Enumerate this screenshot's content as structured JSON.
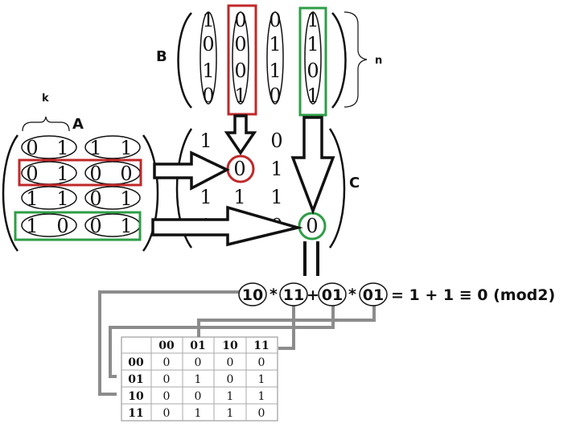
{
  "labels": {
    "B": "B",
    "n": "n",
    "k": "k",
    "A": "A",
    "C": "C"
  },
  "matrix_B": [
    [
      "1",
      "0",
      "0",
      "1"
    ],
    [
      "0",
      "0",
      "1",
      "1"
    ],
    [
      "1",
      "0",
      "1",
      "0"
    ],
    [
      "0",
      "1",
      "0",
      "1"
    ]
  ],
  "matrix_A": [
    [
      "0",
      "1",
      "1",
      "1"
    ],
    [
      "0",
      "1",
      "0",
      "0"
    ],
    [
      "1",
      "1",
      "0",
      "1"
    ],
    [
      "1",
      "0",
      "0",
      "1"
    ]
  ],
  "matrix_C": [
    [
      "1",
      "1",
      "0",
      "0"
    ],
    [
      "0",
      "0",
      "1",
      "1"
    ],
    [
      "1",
      "1",
      "1",
      "1"
    ],
    [
      "1",
      "1",
      "0",
      "0"
    ]
  ],
  "equation": {
    "t1": "10",
    "op1": "*",
    "t2": "11",
    "op2": "+",
    "t3": "01",
    "op3": "*",
    "t4": "01",
    "result": "= 1 + 1 ≡ 0 (mod2)"
  },
  "table": {
    "headers": [
      "00",
      "01",
      "10",
      "11"
    ],
    "rows": [
      {
        "label": "00",
        "cells": [
          "0",
          "0",
          "0",
          "0"
        ]
      },
      {
        "label": "01",
        "cells": [
          "0",
          "1",
          "0",
          "1"
        ]
      },
      {
        "label": "10",
        "cells": [
          "0",
          "0",
          "1",
          "1"
        ]
      },
      {
        "label": "11",
        "cells": [
          "0",
          "1",
          "1",
          "0"
        ]
      }
    ]
  },
  "colors": {
    "red": "#c0282a",
    "green": "#2e9e46",
    "gray": "#8c8c8c",
    "black": "#111111"
  }
}
